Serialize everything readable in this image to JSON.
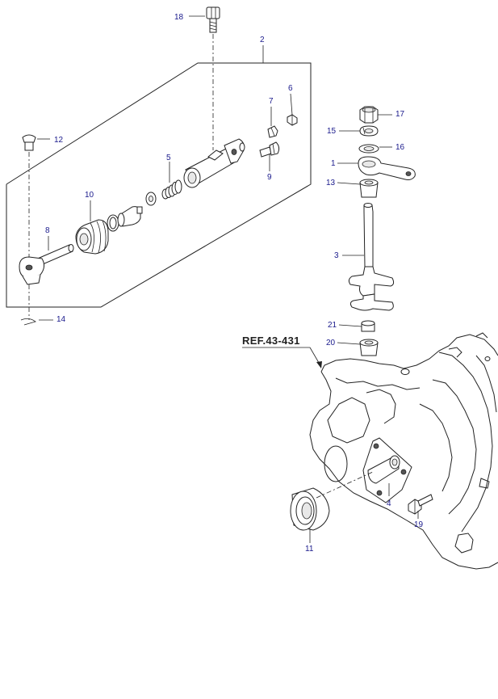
{
  "reference": "REF.43-431",
  "part_labels": {
    "p1": "1",
    "p2": "2",
    "p3": "3",
    "p4": "4",
    "p5": "5",
    "p6": "6",
    "p7": "7",
    "p8": "8",
    "p9": "9",
    "p10": "10",
    "p11": "11",
    "p12": "12",
    "p13": "13",
    "p14": "14",
    "p15": "15",
    "p16": "16",
    "p17": "17",
    "p18": "18",
    "p19": "19",
    "p20": "20",
    "p21": "21"
  },
  "colors": {
    "label": "#1a1a8c",
    "line": "#222222",
    "background": "#ffffff"
  }
}
